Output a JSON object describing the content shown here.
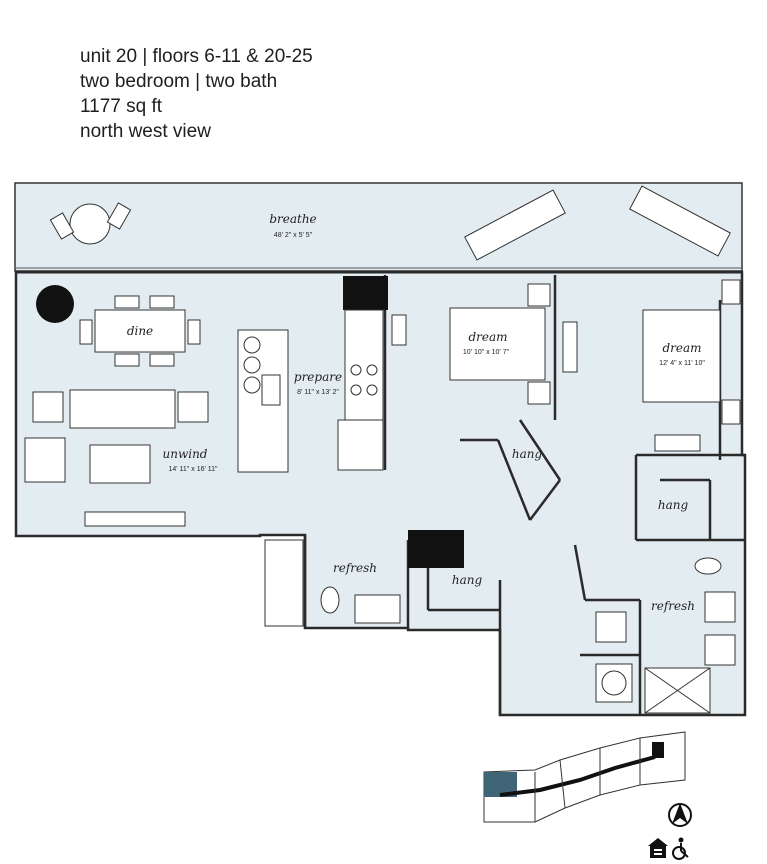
{
  "header": {
    "line1": "unit 20 | floors 6-11 & 20-25",
    "line2": "two bedroom | two bath",
    "line3": "1177 sq ft",
    "line4": "north west view"
  },
  "rooms": {
    "breathe": {
      "label": "breathe",
      "dim": "48' 2\" x 5' 5\""
    },
    "dine": {
      "label": "dine"
    },
    "prepare": {
      "label": "prepare",
      "dim": "8' 11\" x 13' 2\""
    },
    "unwind": {
      "label": "unwind",
      "dim": "14' 11\" x 16' 11\""
    },
    "dream1": {
      "label": "dream",
      "dim": "10' 10\" x 10' 7\""
    },
    "dream2": {
      "label": "dream",
      "dim": "12' 4\" x 11' 10\""
    },
    "hang1": {
      "label": "hang"
    },
    "hang2": {
      "label": "hang"
    },
    "hang3": {
      "label": "hang"
    },
    "refresh1": {
      "label": "refresh"
    },
    "refresh2": {
      "label": "refresh"
    }
  },
  "colors": {
    "floor": "#e3edf1",
    "wall": "#2a2a2a",
    "highlight": "#3f6577"
  },
  "icons": [
    "north-arrow-icon",
    "equal-housing-icon",
    "accessibility-icon"
  ]
}
